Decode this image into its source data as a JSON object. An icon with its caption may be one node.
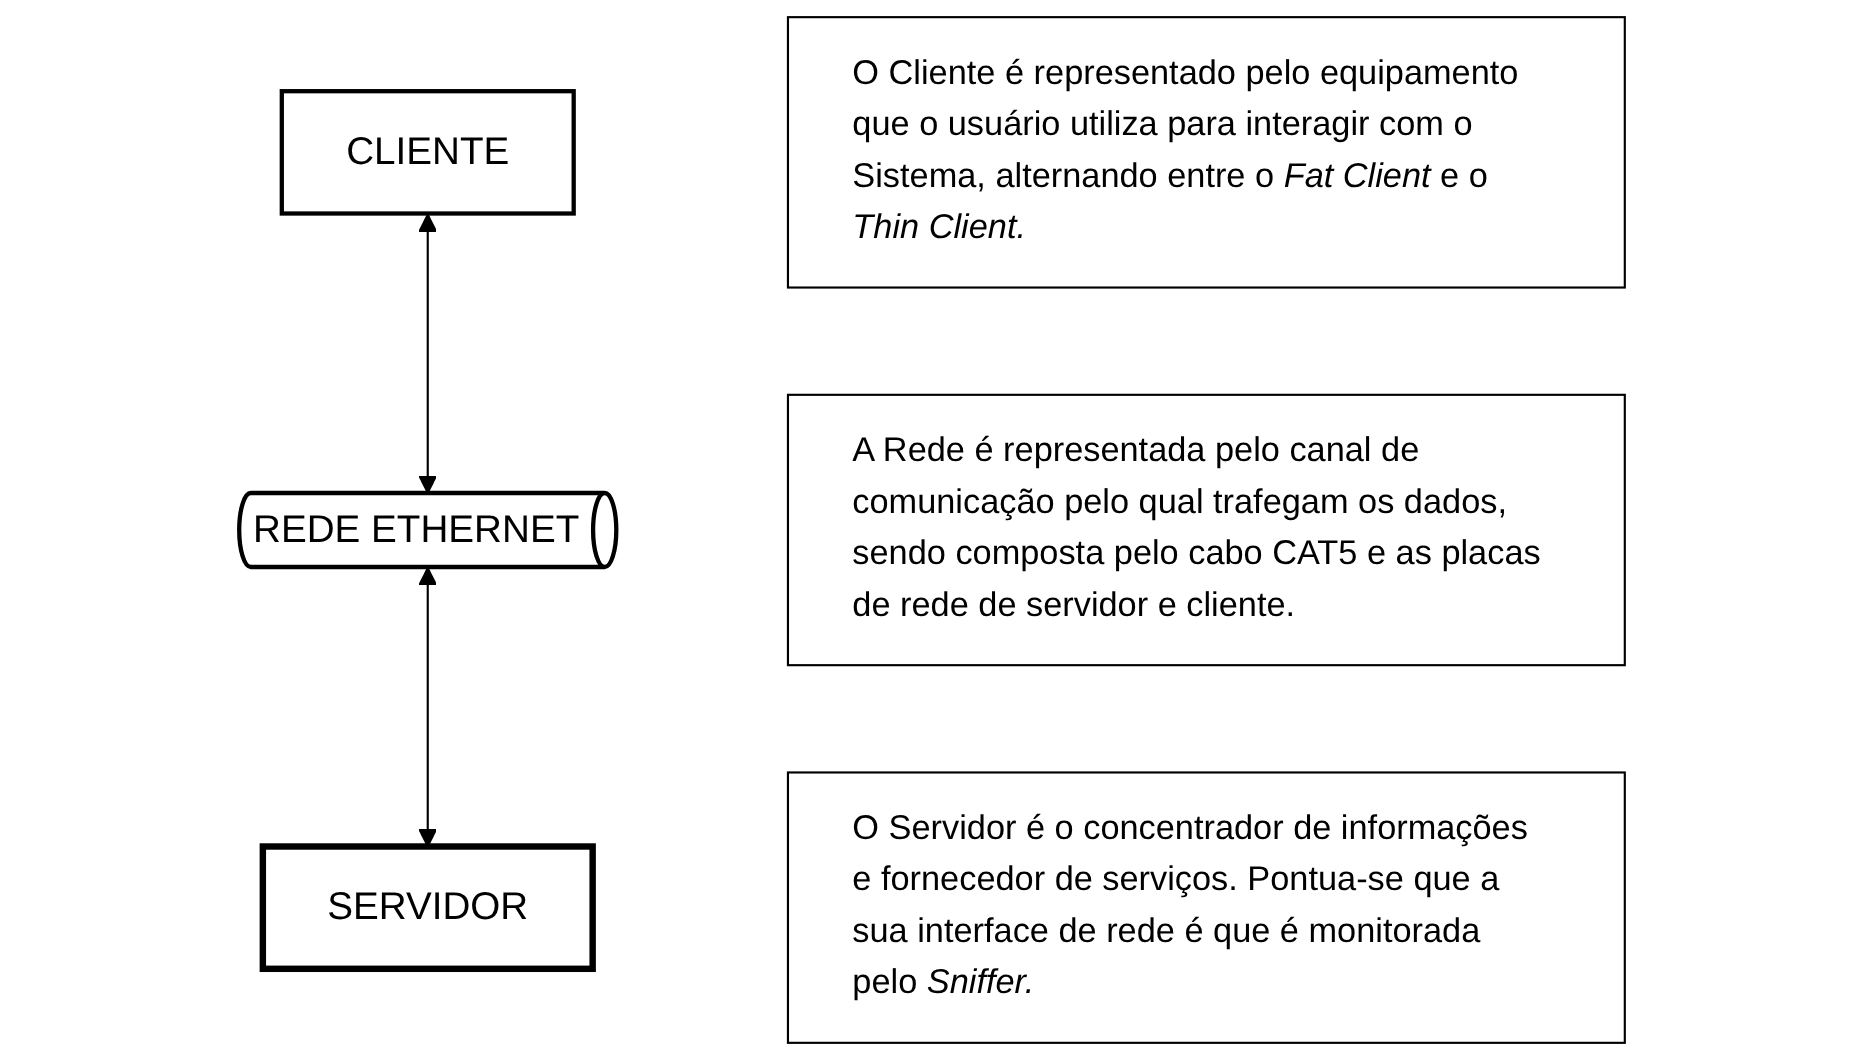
{
  "diagram": {
    "nodes": [
      {
        "text": [
          "CLIENTE"
        ]
      },
      {
        "text": [
          "REDE ETHERNET"
        ]
      },
      {
        "text": [
          "SERVIDOR"
        ]
      },
      {
        "text": [
          "O Cliente é representado pelo equipamento que o usuário utiliza para interagir com o Sistema, alternando entre o *Fat Client* e o *Thin Client.*"
        ]
      },
      {
        "text": [
          "A Rede é representada pelo canal de comunicação pelo qual trafegam os dados, sendo composta pelo cabo CAT5 e as placas de rede de servidor e cliente."
        ]
      },
      {
        "text": [
          "O Servidor é o concentrador de informações e fornecedor de serviços. Pontua-se que a sua interface de rede é que é monitorada pelo *Sniffer.*"
        ]
      }
    ],
    "edges": [
      {
        "from": 0,
        "to": 1,
        "arrow": "both"
      },
      {
        "from": 1,
        "to": 2,
        "arrow": "both"
      }
    ]
  }
}
